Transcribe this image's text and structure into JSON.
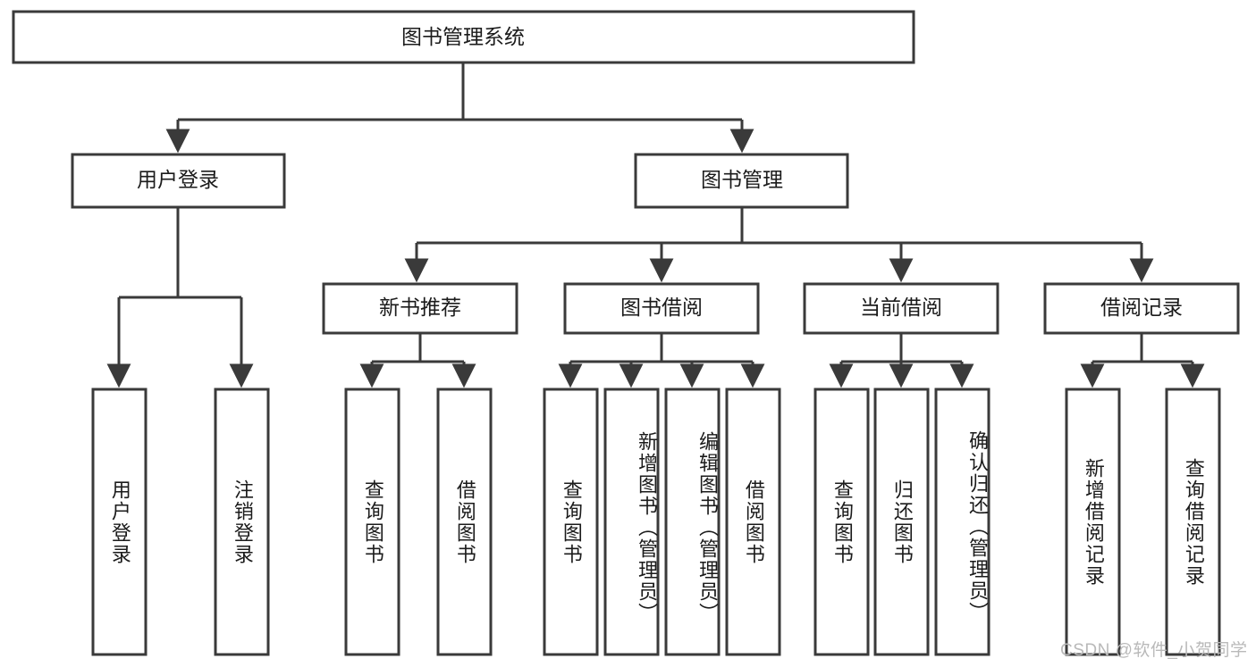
{
  "diagram": {
    "title": "图书管理系统",
    "type": "hierarchy-tree",
    "colors": {
      "stroke": "#3a3a3a",
      "fill": "#ffffff",
      "text": "#1b1b1b",
      "watermark": "#b9b9b9",
      "background": "#ffffff"
    },
    "root": {
      "label": "图书管理系统"
    },
    "level2": [
      {
        "label": "用户登录"
      },
      {
        "label": "图书管理"
      }
    ],
    "level3": [
      {
        "label": "新书推荐"
      },
      {
        "label": "图书借阅"
      },
      {
        "label": "当前借阅"
      },
      {
        "label": "借阅记录"
      }
    ],
    "leaves": {
      "user_login": [
        {
          "label": "用户登录"
        },
        {
          "label": "注销登录"
        }
      ],
      "new_book_recommend": [
        {
          "label": "查询图书"
        },
        {
          "label": "借阅图书"
        }
      ],
      "book_borrow": [
        {
          "label": "查询图书"
        },
        {
          "label": "新增图书（管理员）"
        },
        {
          "label": "编辑图书（管理员）"
        },
        {
          "label": "借阅图书"
        }
      ],
      "current_borrow": [
        {
          "label": "查询图书"
        },
        {
          "label": "归还图书"
        },
        {
          "label": "确认归还（管理员）"
        }
      ],
      "borrow_record": [
        {
          "label": "新增借阅记录"
        },
        {
          "label": "查询借阅记录"
        }
      ]
    },
    "watermark": "CSDN @软件_小贺同学"
  }
}
